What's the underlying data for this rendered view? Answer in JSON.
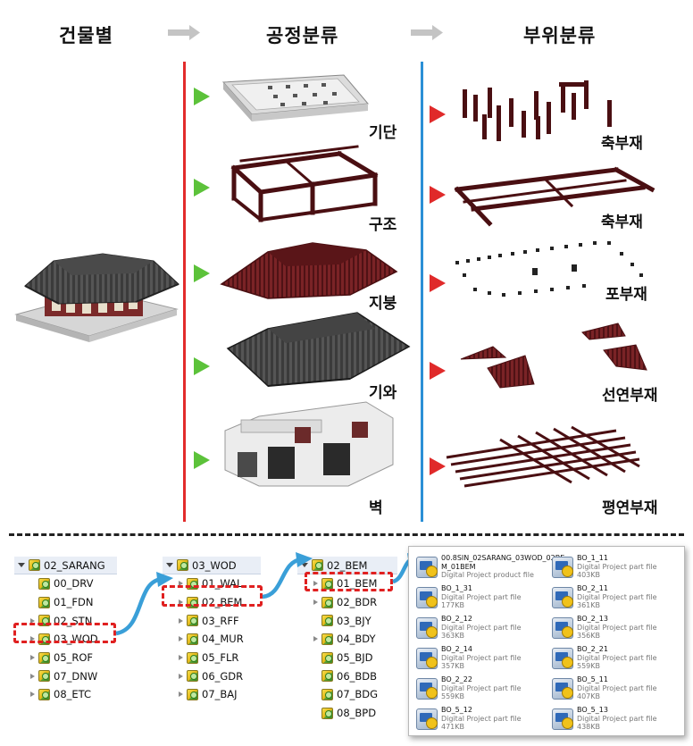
{
  "headers": {
    "building": "건물별",
    "process": "공정분류",
    "part": "부위분류"
  },
  "process_labels": [
    "기단",
    "구조",
    "지붕",
    "기와",
    "벽"
  ],
  "part_labels": [
    "축부재",
    "축부재",
    "포부재",
    "선연부재",
    "평연부재"
  ],
  "colors": {
    "red_line": "#e22b2b",
    "blue_line": "#2b8fd6",
    "green_arrow": "#5cc23a",
    "red_arrow": "#e02a2a",
    "gray_arrow": "#c4c4c4",
    "flow_arrow": "#3a9fd8",
    "roof": "#6b1f22",
    "timber": "#4a0f12",
    "tile": "#3a3a3a",
    "stone": "#d8d8d8"
  },
  "tree_sarang": {
    "root": "02_SARANG",
    "items": [
      "00_DRV",
      "01_FDN",
      "02_STN",
      "03_WOD",
      "05_ROF",
      "07_DNW",
      "08_ETC"
    ]
  },
  "tree_wod": {
    "root": "03_WOD",
    "items": [
      "01_WAL",
      "02_BEM",
      "03_RFF",
      "04_MUR",
      "05_FLR",
      "06_GDR",
      "07_BAJ"
    ]
  },
  "tree_bem": {
    "root": "02_BEM",
    "items": [
      "01_BEM",
      "02_BDR",
      "03_BJY",
      "04_BDY",
      "05_BJD",
      "06_BDB",
      "07_BDG",
      "08_BPD"
    ]
  },
  "files": [
    {
      "name": "00.8SIN_02SARANG_03WOD_02BE",
      "name2": "M_01BEM",
      "type": "Digital Project product file",
      "size": ""
    },
    {
      "name": "BO_1_11",
      "type": "Digital Project part file",
      "size": "403KB"
    },
    {
      "name": "BO_1_31",
      "type": "Digital Project part file",
      "size": "177KB"
    },
    {
      "name": "BO_2_11",
      "type": "Digital Project part file",
      "size": "361KB"
    },
    {
      "name": "BO_2_12",
      "type": "Digital Project part file",
      "size": "363KB"
    },
    {
      "name": "BO_2_13",
      "type": "Digital Project part file",
      "size": "356KB"
    },
    {
      "name": "BO_2_14",
      "type": "Digital Project part file",
      "size": "357KB"
    },
    {
      "name": "BO_2_21",
      "type": "Digital Project part file",
      "size": "559KB"
    },
    {
      "name": "BO_2_22",
      "type": "Digital Project part file",
      "size": "559KB"
    },
    {
      "name": "BO_5_11",
      "type": "Digital Project part file",
      "size": "407KB"
    },
    {
      "name": "BO_5_12",
      "type": "Digital Project part file",
      "size": "471KB"
    },
    {
      "name": "BO_5_13",
      "type": "Digital Project part file",
      "size": "438KB"
    }
  ]
}
